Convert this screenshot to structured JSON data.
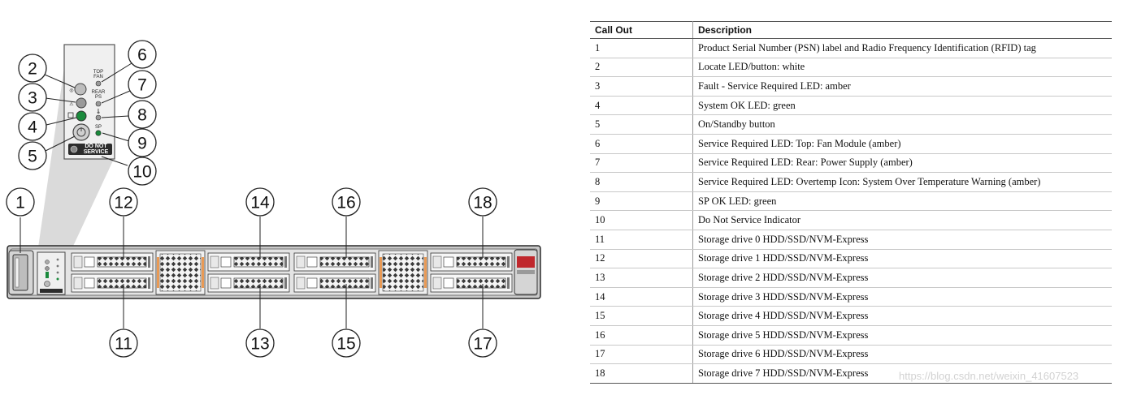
{
  "diagram": {
    "panel_labels": {
      "top_fan": "TOP\nFAN",
      "rear_ps": "REAR\nPS",
      "sp": "SP",
      "do_not_service": "DO NOT\nSERVICE"
    },
    "colors": {
      "led_green": "#1a8a3c",
      "accent_orange": "#e99a55",
      "brand_red": "#c0282d"
    },
    "callouts": [
      {
        "id": "callout-1",
        "n": "1"
      },
      {
        "id": "callout-2",
        "n": "2"
      },
      {
        "id": "callout-3",
        "n": "3"
      },
      {
        "id": "callout-4",
        "n": "4"
      },
      {
        "id": "callout-5",
        "n": "5"
      },
      {
        "id": "callout-6",
        "n": "6"
      },
      {
        "id": "callout-7",
        "n": "7"
      },
      {
        "id": "callout-8",
        "n": "8"
      },
      {
        "id": "callout-9",
        "n": "9"
      },
      {
        "id": "callout-10",
        "n": "10"
      },
      {
        "id": "callout-11",
        "n": "11"
      },
      {
        "id": "callout-12",
        "n": "12"
      },
      {
        "id": "callout-13",
        "n": "13"
      },
      {
        "id": "callout-14",
        "n": "14"
      },
      {
        "id": "callout-15",
        "n": "15"
      },
      {
        "id": "callout-16",
        "n": "16"
      },
      {
        "id": "callout-17",
        "n": "17"
      },
      {
        "id": "callout-18",
        "n": "18"
      }
    ]
  },
  "table": {
    "headers": [
      "Call Out",
      "Description"
    ],
    "rows": [
      [
        "1",
        "Product Serial Number (PSN) label and Radio Frequency Identification (RFID) tag"
      ],
      [
        "2",
        "Locate LED/button: white"
      ],
      [
        "3",
        "Fault - Service Required LED: amber"
      ],
      [
        "4",
        "System OK LED: green"
      ],
      [
        "5",
        "On/Standby button"
      ],
      [
        "6",
        "Service Required LED: Top: Fan Module (amber)"
      ],
      [
        "7",
        "Service Required LED: Rear: Power Supply (amber)"
      ],
      [
        "8",
        "Service Required LED: Overtemp Icon: System Over Temperature Warning (amber)"
      ],
      [
        "9",
        "SP OK LED: green"
      ],
      [
        "10",
        "Do Not Service Indicator"
      ],
      [
        "11",
        "Storage drive 0 HDD/SSD/NVM-Express"
      ],
      [
        "12",
        "Storage drive 1 HDD/SSD/NVM-Express"
      ],
      [
        "13",
        "Storage drive 2 HDD/SSD/NVM-Express"
      ],
      [
        "14",
        "Storage drive 3 HDD/SSD/NVM-Express"
      ],
      [
        "15",
        "Storage drive 4 HDD/SSD/NVM-Express"
      ],
      [
        "16",
        "Storage drive 5 HDD/SSD/NVM-Express"
      ],
      [
        "17",
        "Storage drive 6 HDD/SSD/NVM-Express"
      ],
      [
        "18",
        "Storage drive 7 HDD/SSD/NVM-Express"
      ]
    ]
  },
  "watermark": "https://blog.csdn.net/weixin_41607523"
}
